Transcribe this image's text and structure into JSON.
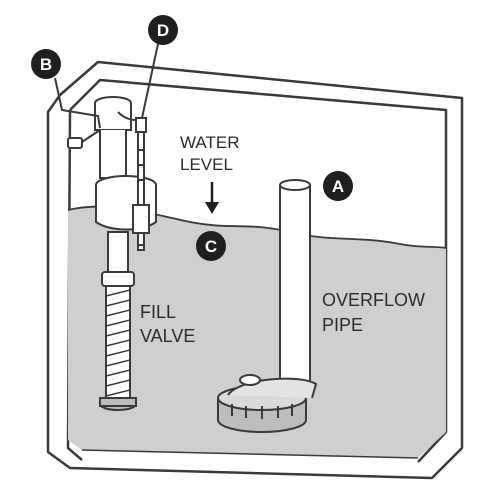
{
  "callouts": {
    "a": "A",
    "b": "B",
    "c": "C",
    "d": "D"
  },
  "labels": {
    "water_level_line1": "WATER",
    "water_level_line2": "LEVEL",
    "fill_valve_line1": "FILL",
    "fill_valve_line2": "VALVE",
    "overflow_pipe_line1": "OVERFLOW",
    "overflow_pipe_line2": "PIPE"
  },
  "colors": {
    "water": "#cfcfcf",
    "outline": "#3a3a3a",
    "tank_fill": "#ffffff",
    "badge": "#1f1f1f"
  }
}
